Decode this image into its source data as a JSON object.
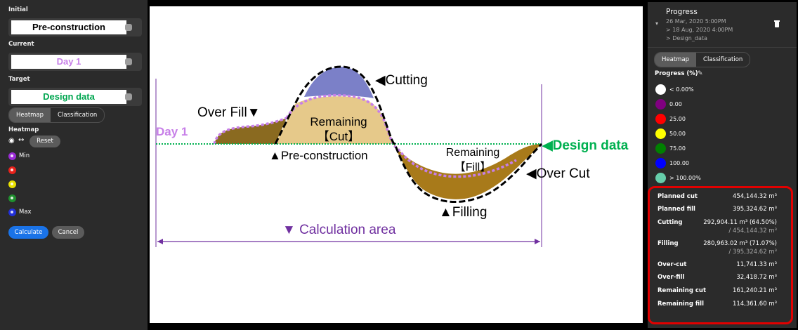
{
  "left_panel": {
    "initial_label": "Initial",
    "initial_value": "Pre-construction",
    "current_label": "Current",
    "current_value": "Day 1",
    "target_label": "Target",
    "target_value": "Design data",
    "view_tabs": [
      "Heatmap",
      "Classification"
    ],
    "heatmap_label": "Heatmap",
    "reset_label": "Reset",
    "heatmap_levels": [
      {
        "label": "Min",
        "color": "#9a2bd6"
      },
      {
        "label": "",
        "color": "#e8221c"
      },
      {
        "label": "",
        "color": "#e8e000"
      },
      {
        "label": "",
        "color": "#1f8f2e"
      },
      {
        "label": "Max",
        "color": "#2230d9"
      }
    ],
    "calculate_label": "Calculate",
    "cancel_label": "Cancel"
  },
  "diagram": {
    "labels": {
      "cutting": "◀Cutting",
      "over_fill": "Over Fill▼",
      "remaining_cut_1": "Remaining",
      "remaining_cut_2": "【Cut】",
      "day1": "Day 1",
      "pre_construction": "▲Pre-construction",
      "remaining_fill_1": "Remaining",
      "remaining_fill_2": "【Fill】",
      "design_data": "◀Design data",
      "over_cut": "◀Over Cut",
      "filling": "▲Filling",
      "calculation_area": "▼ Calculation area"
    },
    "colors": {
      "purple": "#7030a0",
      "dashed_purple": "#c77fe8",
      "green": "#00b050",
      "cut_blue": "#7b80c8",
      "cut_tan": "#e6c98a",
      "fill_brown": "#a87a1a"
    }
  },
  "right_panel": {
    "title": "Progress",
    "date_from": "26 Mar, 2020 5:00PM",
    "date_to": "> 18 Aug, 2020 4:00PM",
    "source": "> Design_data",
    "tabs": [
      "Heatmap",
      "Classification"
    ],
    "legend_title": "Progress (%)",
    "legend": [
      {
        "label": "< 0.00%",
        "color": "#ffffff"
      },
      {
        "label": "0.00",
        "color": "#800080"
      },
      {
        "label": "25.00",
        "color": "#ff0000"
      },
      {
        "label": "50.00",
        "color": "#ffff00"
      },
      {
        "label": "75.00",
        "color": "#008000"
      },
      {
        "label": "100.00",
        "color": "#0000ff"
      },
      {
        "label": "> 100.00%",
        "color": "#66cdaa"
      }
    ],
    "summary": [
      {
        "label": "Planned cut",
        "value": "454,144.32 m³"
      },
      {
        "label": "Planned fill",
        "value": "395,324.62 m³"
      },
      {
        "label": "Cutting",
        "value": "292,904.11 m³ (64.50%)",
        "sub": "/ 454,144.32 m³"
      },
      {
        "label": "Filling",
        "value": "280,963.02 m³ (71.07%)",
        "sub": "/ 395,324.62 m³"
      },
      {
        "label": "Over-cut",
        "value": "11,741.33 m³"
      },
      {
        "label": "Over-fill",
        "value": "32,418.72 m³"
      },
      {
        "label": "Remaining cut",
        "value": "161,240.21 m³"
      },
      {
        "label": "Remaining fill",
        "value": "114,361.60 m³"
      }
    ]
  }
}
